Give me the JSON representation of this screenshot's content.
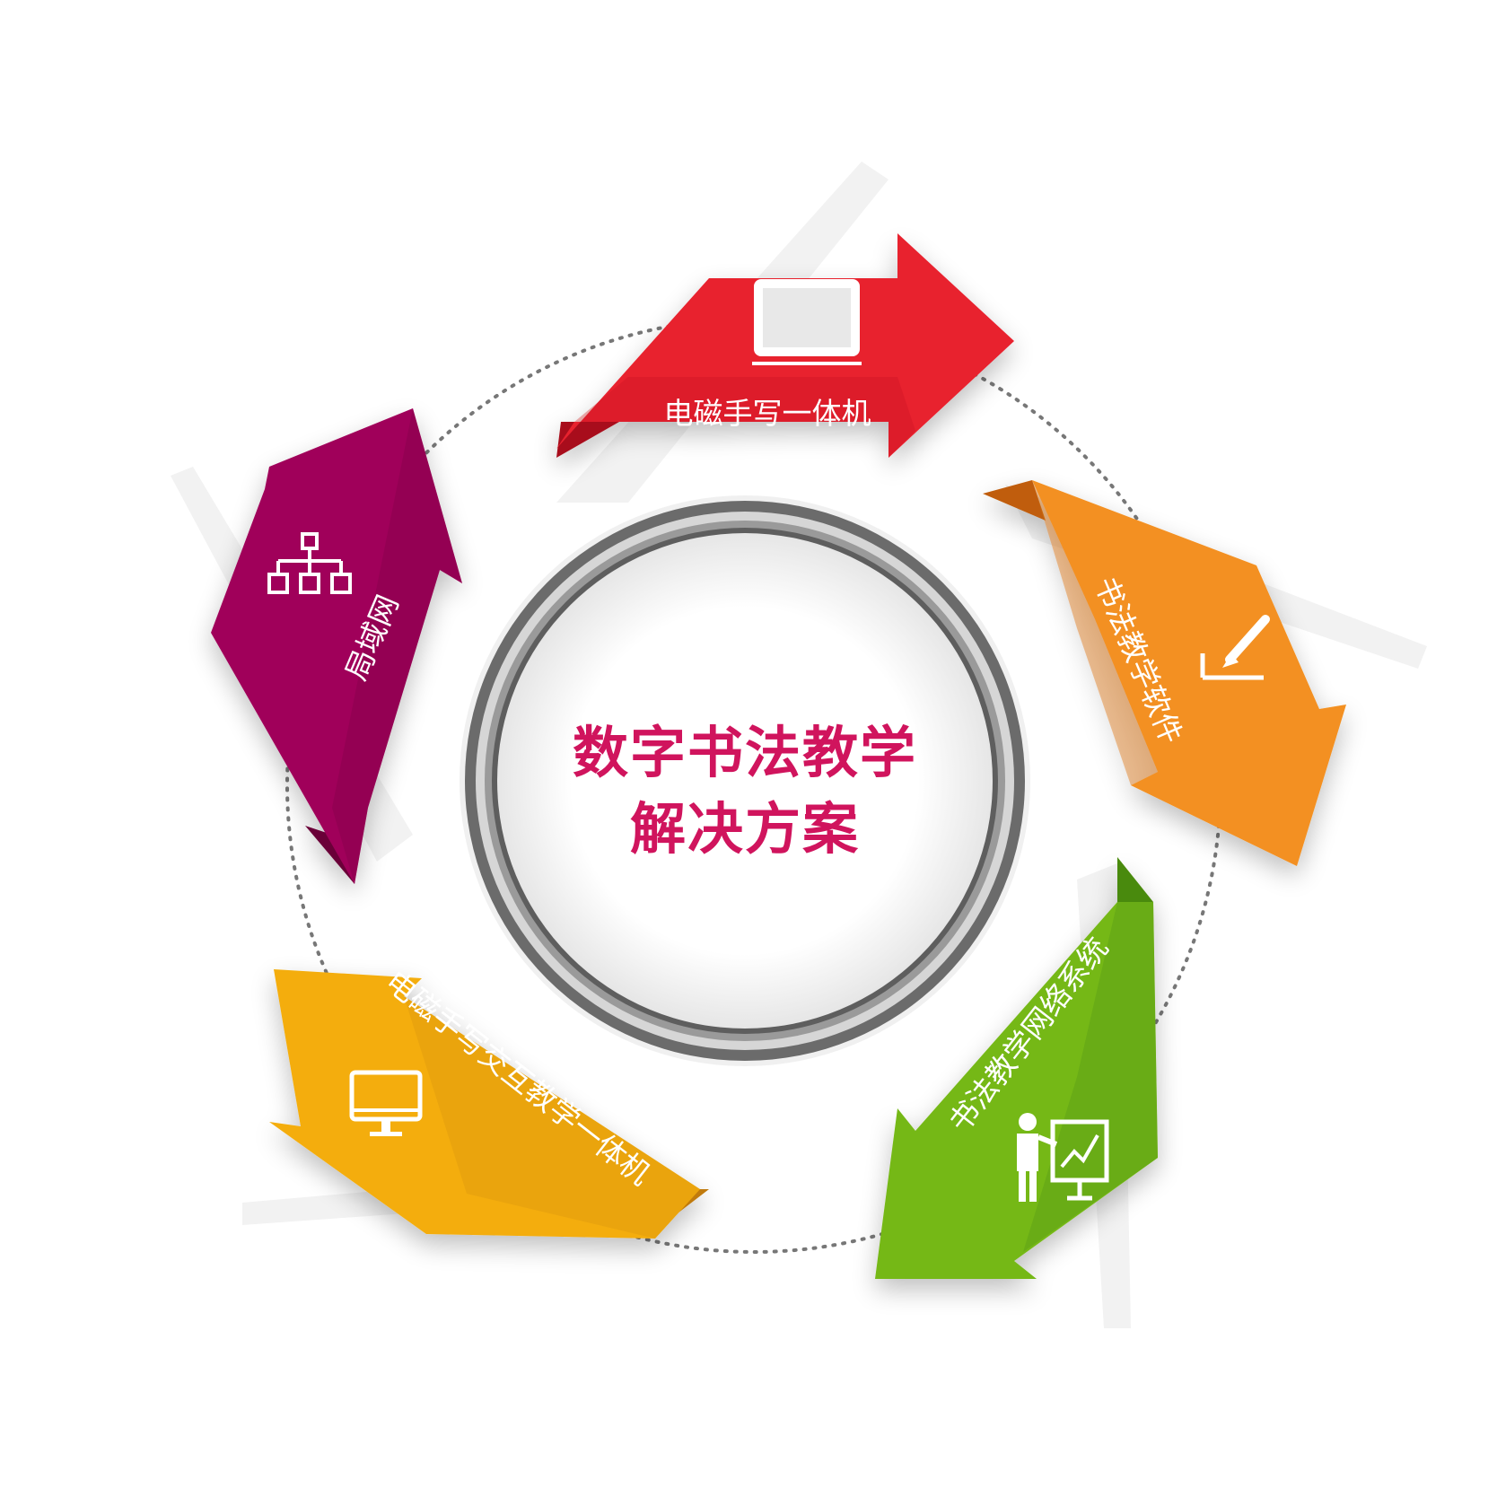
{
  "center": {
    "title_line1": "数字书法教学",
    "title_line2": "解决方案",
    "title_color": "#d0145d"
  },
  "arrows": [
    {
      "label": "电磁手写一体机",
      "icon": "laptop-icon",
      "color": "#e8202f",
      "shade": "#a8101c"
    },
    {
      "label": "书法教学软件",
      "icon": "brush-icon",
      "color": "#f39020",
      "shade": "#c05d0a"
    },
    {
      "label": "书法教学网络系统",
      "icon": "teacher-presentation-icon",
      "color": "#74b816",
      "shade": "#4a8a08"
    },
    {
      "label": "电磁手写交互教学一体机",
      "icon": "monitor-icon",
      "color": "#f4ad0c",
      "shade": "#c07a08"
    },
    {
      "label": "局域网",
      "icon": "network-tree-icon",
      "color": "#a0005a",
      "shade": "#6a0038"
    }
  ]
}
